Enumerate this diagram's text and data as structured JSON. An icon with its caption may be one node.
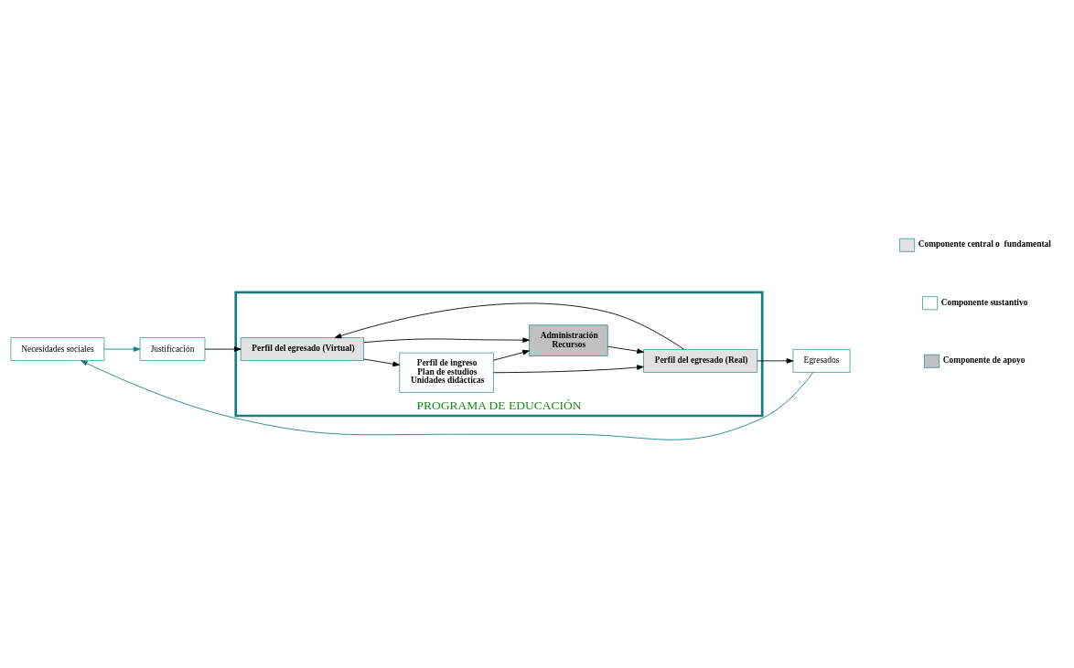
{
  "diagram": {
    "nodes": [
      {
        "text": [
          "Necesidades sociales"
        ]
      },
      {
        "text": [
          "PROGRAMA DE EDUCACIÓN"
        ]
      },
      {
        "text": [
          "Perfil de ingreso",
          "Plan de estudios",
          "Unidades didácticas"
        ],
        "in": 1
      },
      {
        "text": [
          "Perfil del egresado (Virtual)"
        ],
        "in": 1
      },
      {
        "text": [
          "Perfil del egresado (Real)"
        ],
        "in": 1
      },
      {
        "text": [
          "Administración",
          "Recursos"
        ],
        "in": 1
      },
      {
        "text": [
          "Justificación"
        ]
      },
      {
        "text": [
          "Egresados"
        ]
      }
    ],
    "edges": [
      {
        "from": 0,
        "to": 6,
        "arrow": "to",
        "color": "#138080"
      },
      {
        "from": 7,
        "to": 0,
        "arrow": "to",
        "color": "#138080"
      },
      {
        "from": 6,
        "to": 3,
        "arrow": "to"
      },
      {
        "from": 3,
        "to": 2,
        "arrow": "to"
      },
      {
        "from": 2,
        "to": 4,
        "arrow": "to"
      },
      {
        "from": 2,
        "to": 5,
        "arrow": "to"
      },
      {
        "from": 3,
        "to": 5,
        "arrow": "to"
      },
      {
        "from": 5,
        "to": 4,
        "arrow": "to"
      },
      {
        "from": 4,
        "to": 3,
        "arrow": "to"
      },
      {
        "from": 4,
        "to": 7,
        "arrow": "to"
      }
    ],
    "legend": [
      {
        "text": "Componente central o  fundamental",
        "color": "#e2e2e2"
      },
      {
        "text": "Componente sustantivo",
        "color": "#ffffff"
      },
      {
        "text": "Componente de apoyo",
        "color": "#c0c0c0"
      }
    ]
  }
}
